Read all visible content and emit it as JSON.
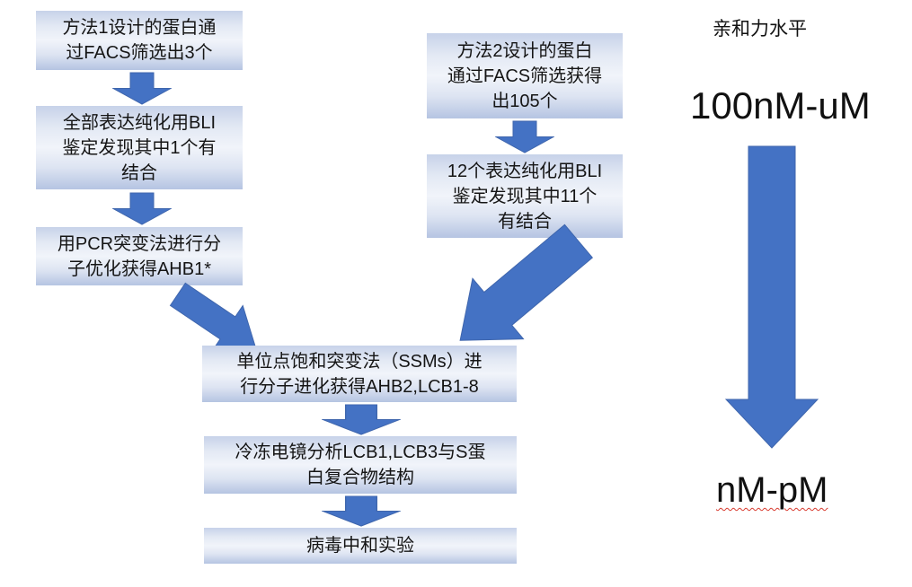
{
  "colors": {
    "arrow_fill": "#4472c4",
    "arrow_stroke": "#3f66ad",
    "box_top": "#c7d2e9",
    "box_mid": "#f1f4fa",
    "box_bottom": "#b5c4e2",
    "text": "#151515",
    "spellcheck_red": "#d83b2f"
  },
  "left_branch": {
    "box1": "方法1设计的蛋白通\n过FACS筛选出3个",
    "box2": "全部表达纯化用BLI\n鉴定发现其中1个有\n结合",
    "box3": "用PCR突变法进行分\n子优化获得AHB1*"
  },
  "right_branch": {
    "box1": "方法2设计的蛋白\n通过FACS筛选获得\n出105个",
    "box2": "12个表达纯化用BLI\n鉴定发现其中11个\n有结合"
  },
  "merged_flow": {
    "box1": "单位点饱和突变法（SSMs）进\n行分子进化获得AHB2,LCB1-8",
    "box2": "冷冻电镜分析LCB1,LCB3与S蛋\n白复合物结构",
    "box3": "病毒中和实验"
  },
  "affinity_scale": {
    "title": "亲和力水平",
    "top_value": "100nM-uM",
    "bottom_value": "nM-pM"
  }
}
